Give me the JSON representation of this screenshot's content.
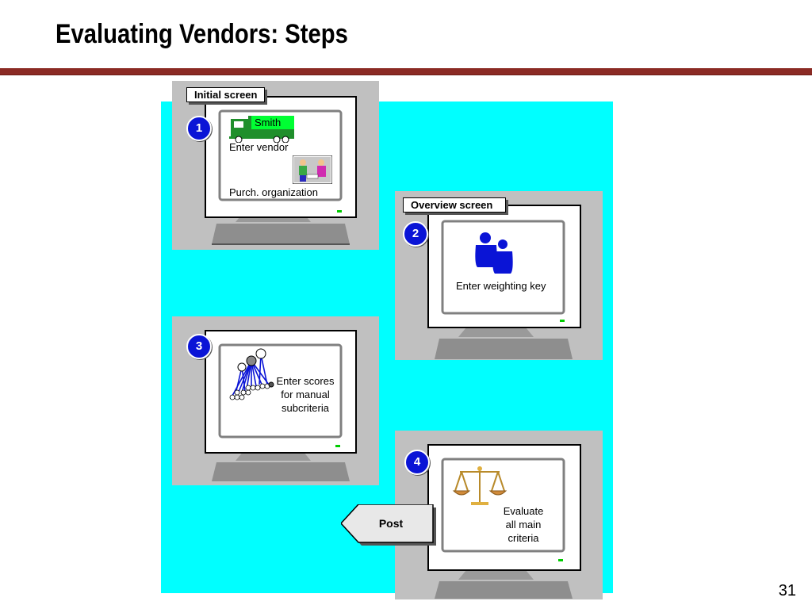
{
  "slide": {
    "title": "Evaluating Vendors: Steps",
    "page_number": "31"
  },
  "steps": [
    {
      "number": "1",
      "screen_label": "Initial screen",
      "vendor_name": "Smith",
      "lines": [
        "Enter vendor",
        "Purch. organization"
      ],
      "icons": [
        "truck-icon",
        "people-icon"
      ]
    },
    {
      "number": "2",
      "screen_label": "Overview screen",
      "lines": [
        "Enter weighting key"
      ],
      "icons": [
        "weights-icon"
      ]
    },
    {
      "number": "3",
      "lines": [
        "Enter scores",
        "for manual",
        "subcriteria"
      ],
      "icons": [
        "criteria-tree-icon"
      ]
    },
    {
      "number": "4",
      "lines": [
        "Evaluate",
        "all main",
        "criteria"
      ],
      "icons": [
        "balance-scale-icon"
      ]
    }
  ],
  "post_button": {
    "label": "Post"
  },
  "colors": {
    "title_rule": "#8b2a24",
    "background": "#00ffff",
    "panel": "#c0c0c0",
    "badge": "#0a14d6",
    "vendor_highlight": "#00ff33"
  }
}
